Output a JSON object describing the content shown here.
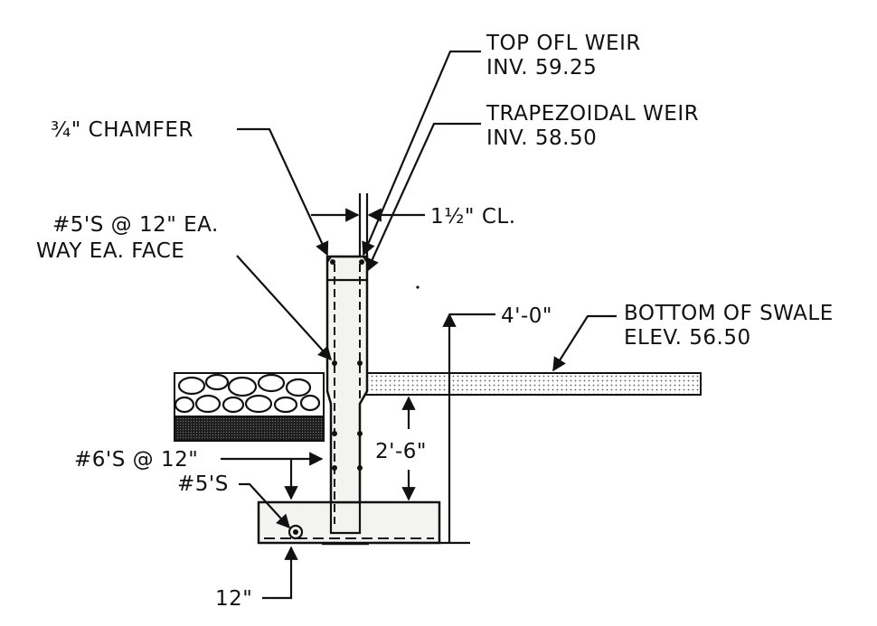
{
  "labels": {
    "top_ofl_weir_line1": "TOP OFL WEIR",
    "top_ofl_weir_line2": "INV. 59.25",
    "trap_weir_line1": "TRAPEZOIDAL WEIR",
    "trap_weir_line2": "INV. 58.50",
    "chamfer": "¾\" CHAMFER",
    "clearance": "1½\" CL.",
    "rebar_face_line1": "#5'S @ 12\" EA.",
    "rebar_face_line2": "WAY EA. FACE",
    "height_total": "4'-0\"",
    "swale_line1": "BOTTOM OF SWALE",
    "swale_line2": "ELEV. 56.50",
    "depth": "2'-6\"",
    "rebar_6": "#6'S @ 12\"",
    "rebar_5": "#5'S",
    "footing_width": "12\""
  },
  "colors": {
    "ink": "#111111",
    "concrete": "#f3f3f0",
    "gravel_dark": "#2a2a2a",
    "swale_fill": "#dcdcd6"
  }
}
